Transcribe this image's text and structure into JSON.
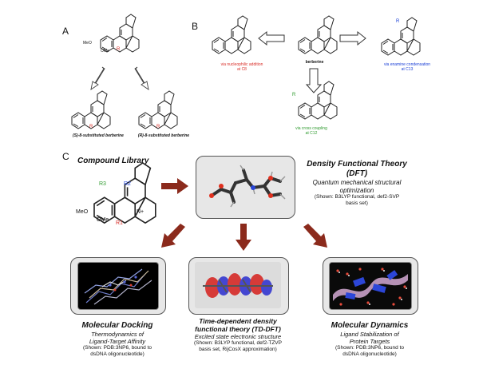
{
  "panel_a": {
    "letter": "A",
    "substituent_R": "R",
    "methoxy_labels": [
      "MeO",
      "OMe"
    ],
    "products": [
      {
        "label": "(S)-8-substituted berberine"
      },
      {
        "label": "(R)-8-substituted berberine"
      }
    ]
  },
  "panel_b": {
    "letter": "B",
    "center_label": "berberine",
    "left_caption": [
      "via nucleophilic addition",
      "at C8"
    ],
    "right_caption": [
      "via enamine condensation",
      "at C13"
    ],
    "bottom_caption": [
      "via cross coupling",
      "at C12"
    ],
    "colors": {
      "left": "#d9302a",
      "right": "#1a3fd6",
      "bottom": "#2e9a2e"
    }
  },
  "panel_c": {
    "letter": "C",
    "library": {
      "title": "Compound Library",
      "r_labels": {
        "R3": "R3",
        "R2": "R2",
        "R1": "R1"
      },
      "methoxy_labels": [
        "MeO",
        "OMe"
      ],
      "charge_label": "N+"
    },
    "dft": {
      "title_line1": "Density Functional Theory",
      "title_line2": "(DFT)",
      "subtitle_line1": "Quantum mechanical structural",
      "subtitle_line2": "optimization",
      "detail_line1": "(Shown: B3LYP functional, def2-SVP",
      "detail_line2": "basis set)"
    },
    "docking": {
      "title": "Molecular Docking",
      "subtitle_line1": "Thermodynamics of",
      "subtitle_line2": "Ligand-Target Affinity",
      "detail_line1": "(Shown: PDB:3NP6, bound to",
      "detail_line2": "dsDNA oligonucleotide)"
    },
    "tddft": {
      "title_line1": "Time-dependent density",
      "title_line2": "functional theory (TD-DFT)",
      "subtitle": "Excited state electronic structure",
      "detail_line1": "(Shown: B3LYP functional, def2-TZVP",
      "detail_line2": "basis set, RijCosX approximation)"
    },
    "md": {
      "title": "Molecular Dynamics",
      "subtitle_line1": "Ligand Stabilization of",
      "subtitle_line2": "Protein Targets",
      "detail_line1": "(Shown: PDB:3NP6, bound to",
      "detail_line2": "dsDNA oligonucleotide)"
    },
    "arrow_color": "#8b2a1c"
  }
}
